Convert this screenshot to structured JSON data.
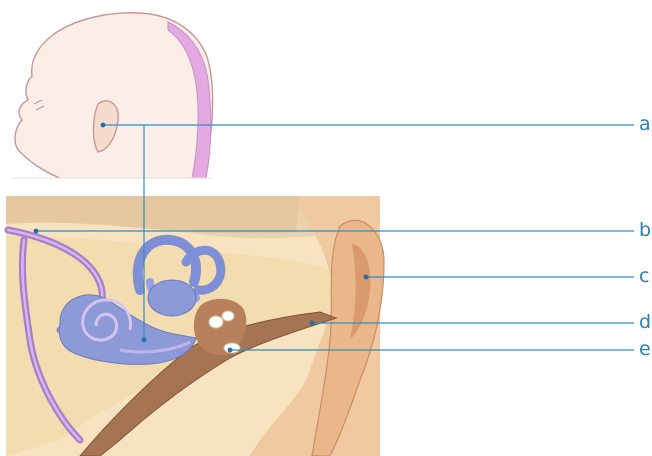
{
  "labels": {
    "a": "a",
    "b": "b",
    "c": "c",
    "d": "d",
    "e": "e"
  },
  "colors": {
    "leader_line": "#2b8fc6",
    "label_text": "#2a7fb8",
    "skin": "#e9b98e",
    "bone": "#f2d9b0",
    "cochlea": "#8c9ad8",
    "nerve": "#a77fc9",
    "canal": "#9c6f4e"
  },
  "icons": [
    "head-outline",
    "ear-anatomy-cross-section"
  ]
}
